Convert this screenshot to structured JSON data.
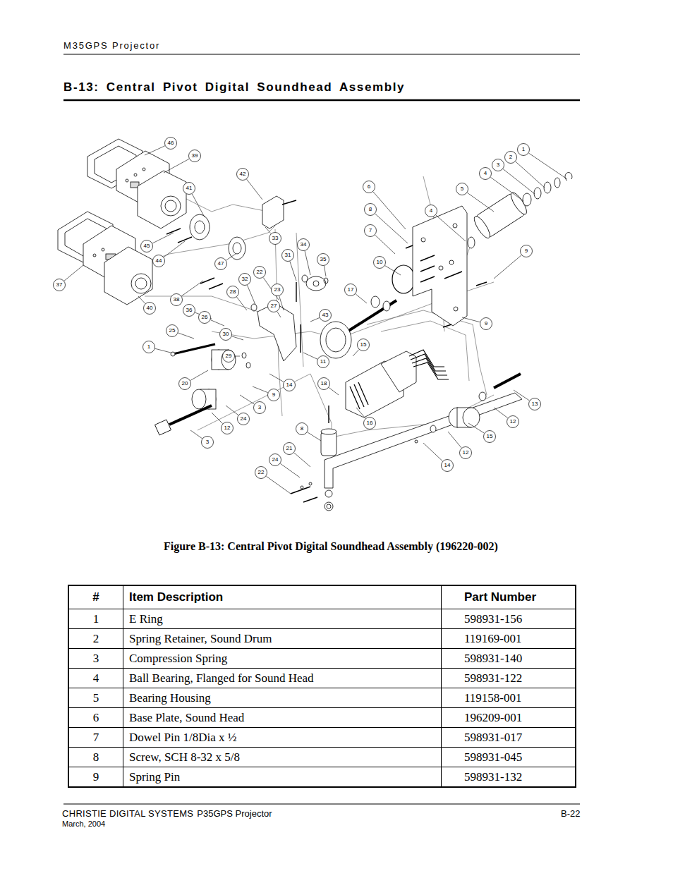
{
  "diagram": {
    "title": "B-13: Central Pivot Digital Soundhead Assembly",
    "caption": "Figure B-13: Central Pivot Digital Soundhead Assembly (196220-002)",
    "labels": [
      "M35GPS Projector",
      "46",
      "39",
      "42",
      "41",
      "45",
      "44",
      "37",
      "40",
      "38",
      "47",
      "28",
      "32",
      "22",
      "33",
      "31",
      "34",
      "35",
      "23",
      "27",
      "36",
      "26",
      "25",
      "1",
      "30",
      "29",
      "20",
      "43",
      "11",
      "17",
      "15",
      "18",
      "6",
      "8",
      "7",
      "10",
      "4",
      "5",
      "4",
      "3",
      "2",
      "1",
      "9",
      "9",
      "13",
      "12",
      "15",
      "12",
      "14",
      "16",
      "8",
      "21",
      "24",
      "22",
      "3",
      "12",
      "24",
      "3",
      "9",
      "14",
      "#",
      "Item Description",
      "Part Number",
      "1",
      "E Ring",
      "598931-156",
      "2",
      "Spring Retainer, Sound Drum",
      "119169-001",
      "3",
      "Compression Spring",
      "598931-140",
      "4",
      "Ball Bearing, Flanged for Sound Head",
      "598931-122",
      "5",
      "Bearing Housing",
      "119158-001",
      "6",
      "Base Plate, Sound Head",
      "196209-001",
      "7",
      "Dowel Pin 1/8Dia x ½",
      "598931-017",
      "8",
      "Screw, SCH 8-32 x 5/8",
      "598931-045",
      "9",
      "Spring Pin",
      "598931-132",
      "CHRISTIE DIGITAL SYSTEMS",
      "P35GPS Projector",
      "B-22",
      "March, 2004"
    ]
  }
}
